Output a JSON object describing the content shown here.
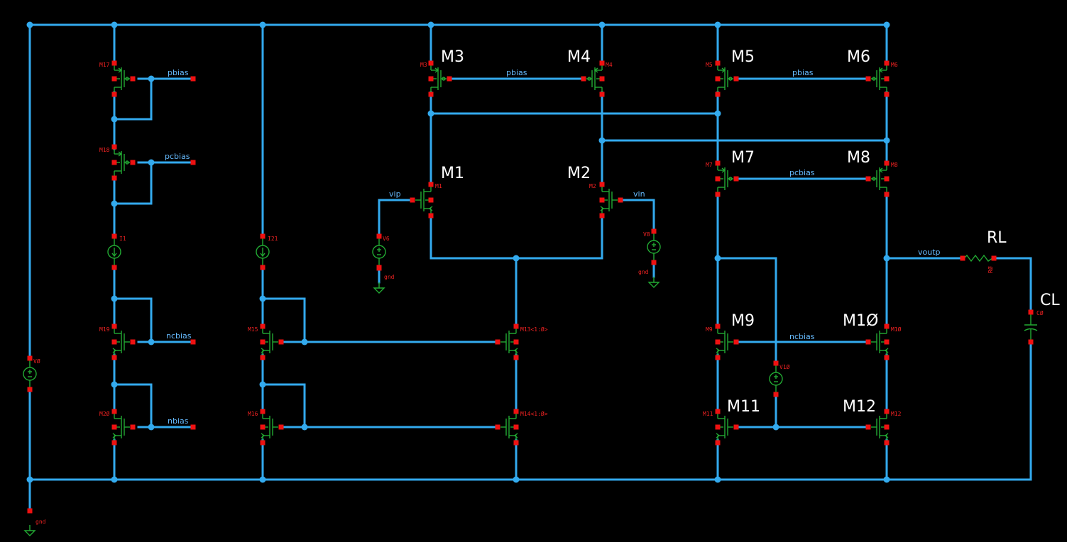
{
  "colors": {
    "background": "#000000",
    "wire": "#33aaee",
    "pin": "#ee1111",
    "device": "#22aa33",
    "instance_label": "#ffffff",
    "pin_label": "#ee2222",
    "net_label": "#66bbff"
  },
  "instance_labels": {
    "M1": "M1",
    "M2": "M2",
    "M3": "M3",
    "M4": "M4",
    "M5": "M5",
    "M6": "M6",
    "M7": "M7",
    "M8": "M8",
    "M9": "M9",
    "M10": "M1Ø",
    "M11": "M11",
    "M12": "M12",
    "RL": "RL",
    "CL": "CL"
  },
  "device_names": {
    "M1": "M1",
    "M2": "M2",
    "M3": "M3",
    "M4": "M4",
    "M5": "M5",
    "M6": "M6",
    "M7": "M7",
    "M8": "M8",
    "M9": "M9",
    "M10": "M1Ø",
    "M11": "M11",
    "M12": "M12",
    "M13": "M13<1:Ø>",
    "M14": "M14<1:Ø>",
    "M15": "M15",
    "M16": "M16",
    "M17": "M17",
    "M18": "M18",
    "M19": "M19",
    "M20": "M2Ø",
    "I1": "I1",
    "I21": "I21",
    "V0": "VØ",
    "V6": "V6",
    "V8": "V8",
    "V10": "V1Ø",
    "R0": "RØ",
    "C0": "CØ"
  },
  "net_labels": {
    "pbias_bank": "pbias",
    "pcbias_bank": "pcbias",
    "ncbias_bank": "ncbias",
    "nbias_bank": "nbias",
    "pbias_m3m4": "pbias",
    "pbias_m5m6": "pbias",
    "pcbias_m7m8": "pcbias",
    "ncbias_m9m10": "ncbias",
    "vip": "vip",
    "vin": "vin",
    "voutp": "voutp",
    "gnd_v0": "gnd",
    "gnd_v6": "gnd",
    "gnd_v8": "gnd"
  }
}
